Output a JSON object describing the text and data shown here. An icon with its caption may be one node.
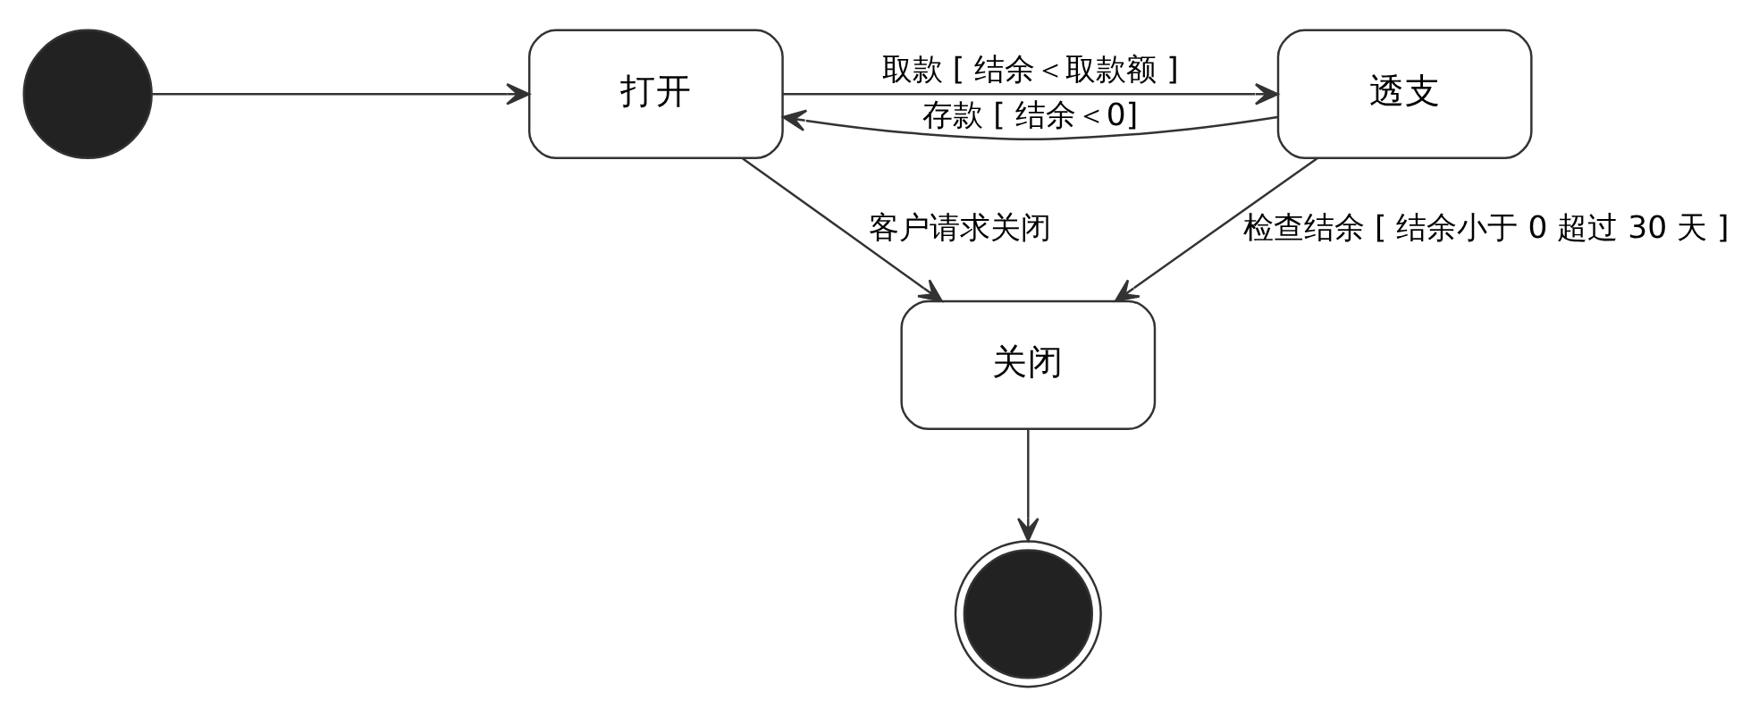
{
  "diagram": {
    "nodes": [
      {
        "text": [],
        "shape": "circle"
      },
      {
        "text": [
          "打开"
        ]
      },
      {
        "text": [
          "透支"
        ]
      },
      {
        "text": [
          "关闭"
        ]
      },
      {
        "text": [],
        "shape": "circle"
      }
    ],
    "edges": [
      {
        "from": 0,
        "to": 1,
        "arrow": "to"
      },
      {
        "from": 1,
        "to": 2,
        "arrow": "to",
        "label": "取款 [ 结余＜取款额 ]"
      },
      {
        "from": 2,
        "to": 1,
        "arrow": "to",
        "label": "存款 [ 结余＜0]"
      },
      {
        "from": 1,
        "to": 3,
        "arrow": "to",
        "label": "客户请求关闭"
      },
      {
        "from": 2,
        "to": 3,
        "arrow": "to",
        "label": "检查结余 [ 结余小于 0 超过 30 天 ]"
      },
      {
        "from": 3,
        "to": 4,
        "arrow": "to"
      }
    ]
  }
}
